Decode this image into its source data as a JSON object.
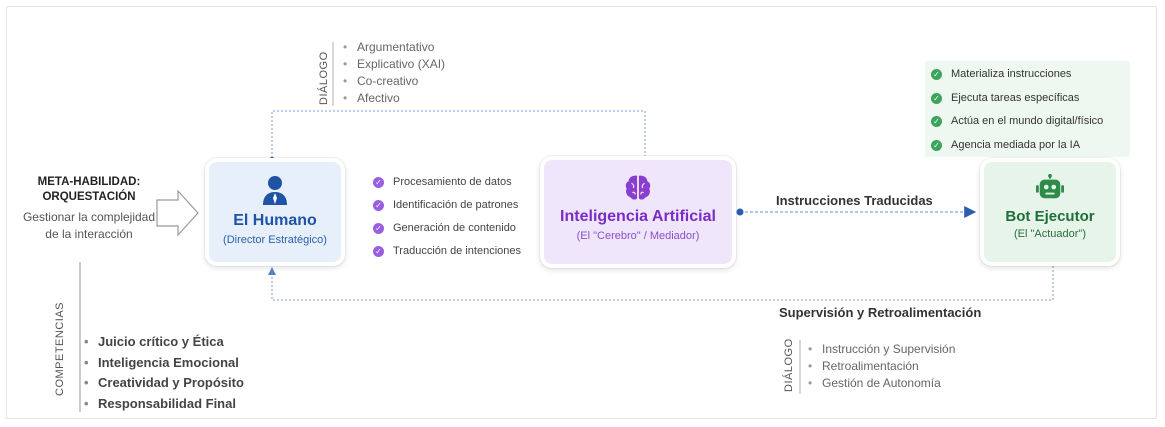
{
  "meta": {
    "title_line1": "META-HABILIDAD:",
    "title_line2": "ORQUESTACIÓN",
    "description": "Gestionar la complejidad de la interacción"
  },
  "dialog_top": {
    "label": "DIÁLOGO",
    "items": [
      "Argumentativo",
      "Explicativo (XAI)",
      "Co-creativo",
      "Afectivo"
    ]
  },
  "human": {
    "title": "El Humano",
    "subtitle": "(Director Estratégico)",
    "icon": "person-icon"
  },
  "ai_capabilities": [
    "Procesamiento de datos",
    "Identificación de patrones",
    "Generación de contenido",
    "Traducción de intenciones"
  ],
  "ai": {
    "title": "Inteligencia Artificial",
    "subtitle": "(El \"Cerebro\" / Mediador)",
    "icon": "brain-icon"
  },
  "edge_translated": "Instrucciones Traducidas",
  "bot_features": [
    "Materializa instrucciones",
    "Ejecuta tareas específicas",
    "Actúa en el mundo digital/físico",
    "Agencia mediada por la IA"
  ],
  "bot": {
    "title": "Bot Ejecutor",
    "subtitle": "(El \"Actuador\")",
    "icon": "robot-icon"
  },
  "feedback_label": "Supervisión y Retroalimentación",
  "dialog_bottom": {
    "label": "DIÁLOGO",
    "items": [
      "Instrucción y Supervisión",
      "Retroalimentación",
      "Gestión de Autonomía"
    ]
  },
  "competencies": {
    "label": "COMPETENCIAS",
    "items": [
      "Juicio crítico y Ética",
      "Inteligencia Emocional",
      "Creatividad y Propósito",
      "Responsabilidad Final"
    ]
  },
  "colors": {
    "human": "#1f53a6",
    "ai": "#7a2dc4",
    "bot": "#1f6e3a",
    "connector": "#5b7fc8"
  }
}
